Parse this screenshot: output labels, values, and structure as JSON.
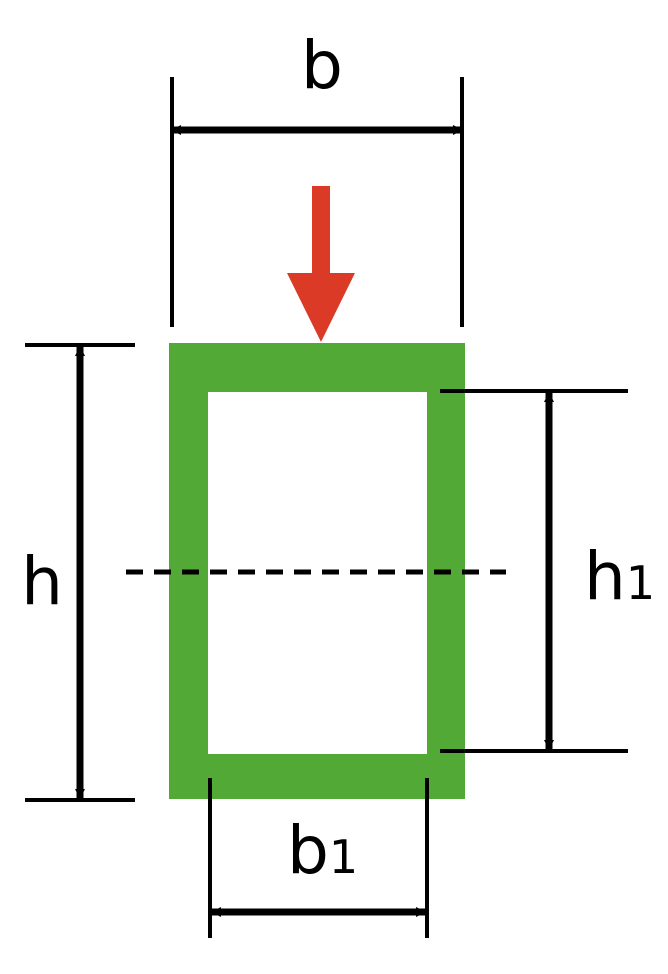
{
  "labels": {
    "b": "b",
    "b1_main": "b",
    "b1_sub": "1",
    "h": "h",
    "h1_main": "h",
    "h1_sub": "1"
  },
  "colors": {
    "section": "#52a935",
    "load_arrow": "#db3a27",
    "lines": "#000000",
    "background": "#ffffff"
  },
  "icons": {
    "load": "arrow-down-icon"
  }
}
